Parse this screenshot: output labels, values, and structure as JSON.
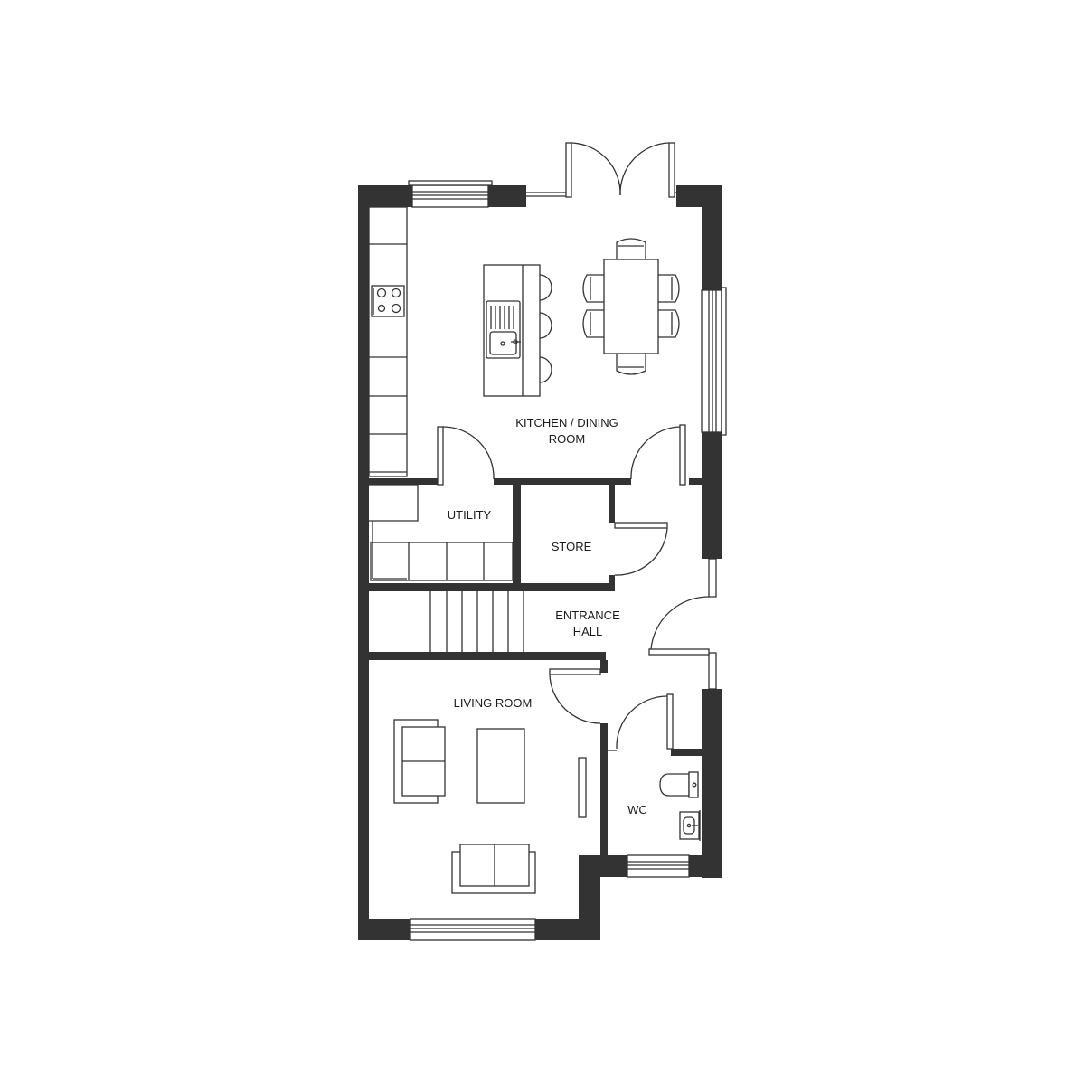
{
  "colors": {
    "wall": "#333333",
    "line": "#333333",
    "background": "#ffffff"
  },
  "rooms": {
    "kitchen_dining": {
      "line1": "KITCHEN / DINING",
      "line2": "ROOM"
    },
    "utility": {
      "label": "UTILITY"
    },
    "store": {
      "label": "STORE"
    },
    "entrance_hall": {
      "line1": "ENTRANCE",
      "line2": "HALL"
    },
    "living_room": {
      "label": "LIVING ROOM"
    },
    "wc": {
      "label": "WC"
    }
  }
}
